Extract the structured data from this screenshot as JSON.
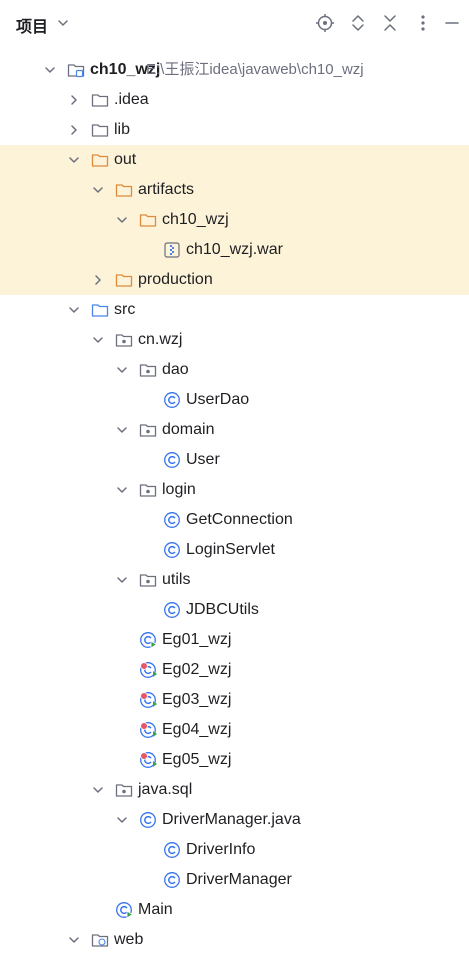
{
  "panel": {
    "title": "项目",
    "title_icon": "chevron-down-icon",
    "tools": [
      {
        "name": "locate-icon"
      },
      {
        "name": "expand-all-icon"
      },
      {
        "name": "collapse-all-icon"
      },
      {
        "name": "more-options-icon"
      }
    ]
  },
  "tree": [
    {
      "label": "ch10_wzj",
      "path": "E:\\王振江idea\\javaweb\\ch10_wzj",
      "level": 0,
      "arrow": "down",
      "icon": "module",
      "bold": true,
      "highlight": false
    },
    {
      "label": ".idea",
      "level": 1,
      "arrow": "right",
      "icon": "folder",
      "highlight": false
    },
    {
      "label": "lib",
      "level": 1,
      "arrow": "right",
      "icon": "folder",
      "highlight": false
    },
    {
      "label": "out",
      "level": 1,
      "arrow": "down",
      "icon": "folder-orange",
      "highlight": true
    },
    {
      "label": "artifacts",
      "level": 2,
      "arrow": "down",
      "icon": "folder-orange",
      "highlight": true
    },
    {
      "label": "ch10_wzj",
      "level": 3,
      "arrow": "down",
      "icon": "folder-orange",
      "highlight": true
    },
    {
      "label": "ch10_wzj.war",
      "level": 4,
      "arrow": "none",
      "icon": "war",
      "highlight": true
    },
    {
      "label": "production",
      "level": 2,
      "arrow": "right",
      "icon": "folder-orange",
      "highlight": true
    },
    {
      "label": "src",
      "level": 1,
      "arrow": "down",
      "icon": "folder-blue",
      "highlight": false
    },
    {
      "label": "cn.wzj",
      "level": 2,
      "arrow": "down",
      "icon": "package",
      "highlight": false
    },
    {
      "label": "dao",
      "level": 3,
      "arrow": "down",
      "icon": "package",
      "highlight": false
    },
    {
      "label": "UserDao",
      "level": 4,
      "arrow": "none",
      "icon": "class",
      "highlight": false
    },
    {
      "label": "domain",
      "level": 3,
      "arrow": "down",
      "icon": "package",
      "highlight": false
    },
    {
      "label": "User",
      "level": 4,
      "arrow": "none",
      "icon": "class",
      "highlight": false
    },
    {
      "label": "login",
      "level": 3,
      "arrow": "down",
      "icon": "package",
      "highlight": false
    },
    {
      "label": "GetConnection",
      "level": 4,
      "arrow": "none",
      "icon": "class",
      "highlight": false
    },
    {
      "label": "LoginServlet",
      "level": 4,
      "arrow": "none",
      "icon": "class",
      "highlight": false
    },
    {
      "label": "utils",
      "level": 3,
      "arrow": "down",
      "icon": "package",
      "highlight": false
    },
    {
      "label": "JDBCUtils",
      "level": 4,
      "arrow": "none",
      "icon": "class",
      "highlight": false
    },
    {
      "label": "Eg01_wzj",
      "level": 3,
      "arrow": "none",
      "icon": "class-run",
      "highlight": false
    },
    {
      "label": "Eg02_wzj",
      "level": 3,
      "arrow": "none",
      "icon": "class-error",
      "highlight": false
    },
    {
      "label": "Eg03_wzj",
      "level": 3,
      "arrow": "none",
      "icon": "class-error",
      "highlight": false
    },
    {
      "label": "Eg04_wzj",
      "level": 3,
      "arrow": "none",
      "icon": "class-error",
      "highlight": false
    },
    {
      "label": "Eg05_wzj",
      "level": 3,
      "arrow": "none",
      "icon": "class-error",
      "highlight": false
    },
    {
      "label": "java.sql",
      "level": 2,
      "arrow": "down",
      "icon": "package",
      "highlight": false
    },
    {
      "label": "DriverManager.java",
      "level": 3,
      "arrow": "down",
      "icon": "class",
      "highlight": false
    },
    {
      "label": "DriverInfo",
      "level": 4,
      "arrow": "none",
      "icon": "class",
      "highlight": false
    },
    {
      "label": "DriverManager",
      "level": 4,
      "arrow": "none",
      "icon": "class",
      "highlight": false
    },
    {
      "label": "Main",
      "level": 2,
      "arrow": "none",
      "icon": "class-run",
      "highlight": false
    },
    {
      "label": "web",
      "level": 1,
      "arrow": "down",
      "icon": "folder-web",
      "highlight": false
    }
  ],
  "colors": {
    "highlight": "#fdf3d9",
    "text": "#1e1f22",
    "muted": "#6c707e",
    "folder": "#6c707e",
    "folder_orange": "#e08a3c",
    "folder_blue": "#4a86e8",
    "class_blue": "#3574f0",
    "run_green": "#3ca148",
    "error_red": "#e55765"
  }
}
